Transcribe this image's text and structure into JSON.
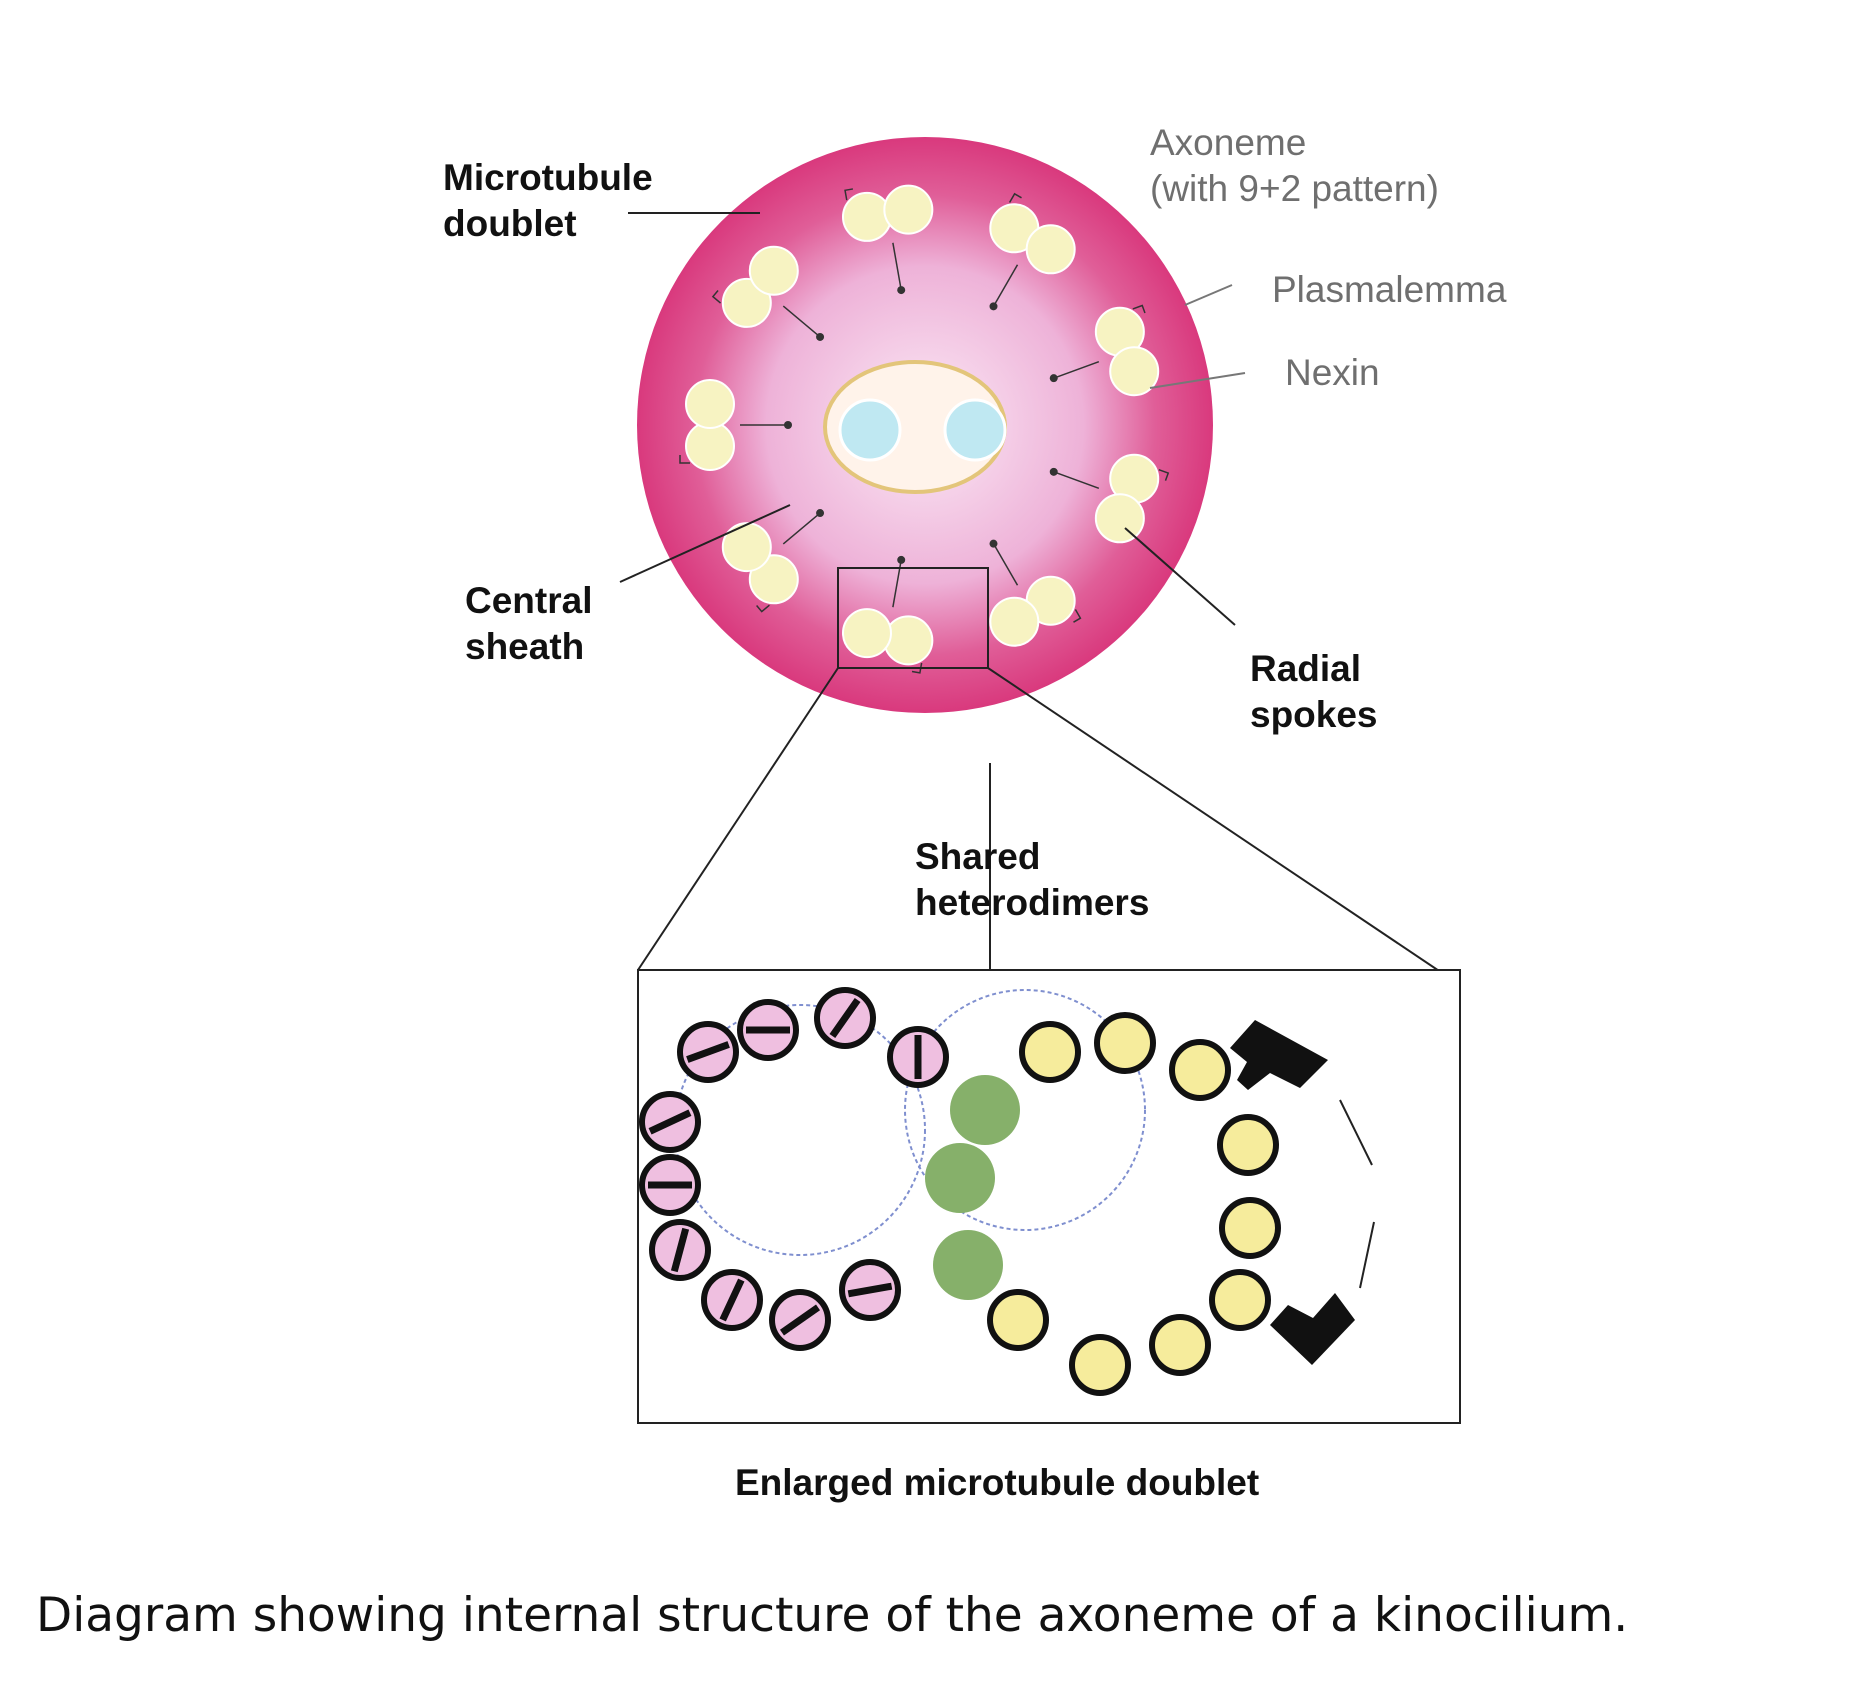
{
  "labels": {
    "microtubule_doublet": [
      "Microtubule",
      "doublet"
    ],
    "axoneme": [
      "Axoneme",
      "(with 9+2 pattern)"
    ],
    "plasmalemma": "Plasmalemma",
    "nexin": "Nexin",
    "central_sheath": [
      "Central",
      "sheath"
    ],
    "radial_spokes": [
      "Radial",
      "spokes"
    ],
    "shared_heterodimers": [
      "Shared",
      "heterodimers"
    ],
    "enlarged_caption": "Enlarged microtubule doublet"
  },
  "caption": "Diagram showing internal structure of the axoneme of a kinocilium.",
  "colors": {
    "membrane_rim": "#dc3f80",
    "axoneme_interior": "#f3cde6",
    "pale_yellow_subunit": "#f7f3c2",
    "central_pair": "#bfe8f2",
    "a_tubule_subunit": "#efbfe0",
    "b_tubule_subunit": "#f6ec9c",
    "shared_heterodimer": "#86b06a",
    "dynein_arm": "#111111"
  },
  "counts": {
    "outer_doublets": 9,
    "central_microtubules": 2
  }
}
